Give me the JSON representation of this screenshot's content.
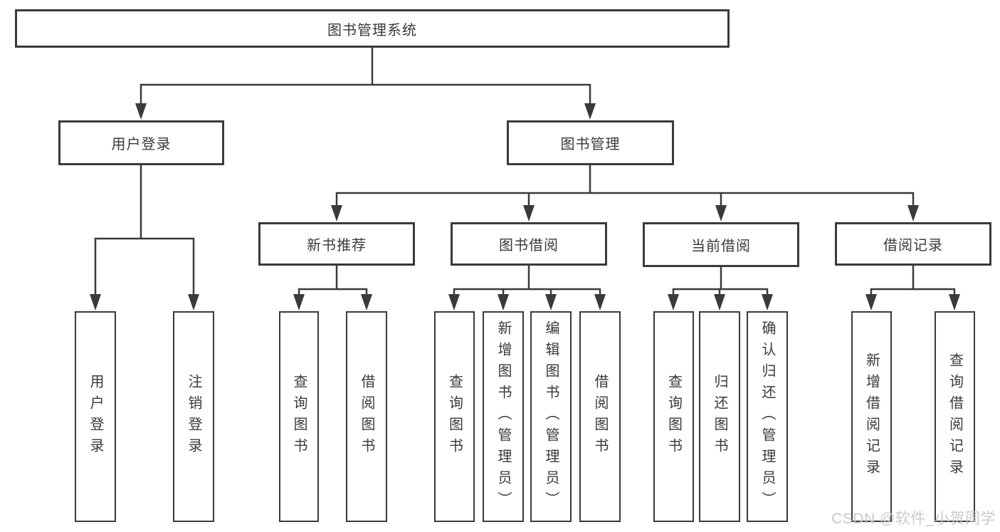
{
  "diagram": {
    "root": {
      "label": "图书管理系统",
      "children": [
        {
          "label": "用户登录",
          "children": [
            {
              "label": "用户登录"
            },
            {
              "label": "注销登录"
            }
          ]
        },
        {
          "label": "图书管理",
          "children": [
            {
              "label": "新书推荐",
              "children": [
                {
                  "label": "查询图书"
                },
                {
                  "label": "借阅图书"
                }
              ]
            },
            {
              "label": "图书借阅",
              "children": [
                {
                  "label": "查询图书"
                },
                {
                  "label": "新增图书（管理员）"
                },
                {
                  "label": "编辑图书（管理员）"
                },
                {
                  "label": "借阅图书"
                }
              ]
            },
            {
              "label": "当前借阅",
              "children": [
                {
                  "label": "查询图书"
                },
                {
                  "label": "归还图书"
                },
                {
                  "label": "确认归还（管理员）"
                }
              ]
            },
            {
              "label": "借阅记录",
              "children": [
                {
                  "label": "新增借阅记录"
                },
                {
                  "label": "查询借阅记录"
                }
              ]
            }
          ]
        }
      ]
    }
  },
  "watermark": {
    "text": "CSDN @软件_小贺同学"
  },
  "colors": {
    "line": "#3a3a3a",
    "box_border": "#3a3a3a",
    "text": "#3a3a3a",
    "watermark": "#c9c9c9",
    "background": "#ffffff"
  }
}
